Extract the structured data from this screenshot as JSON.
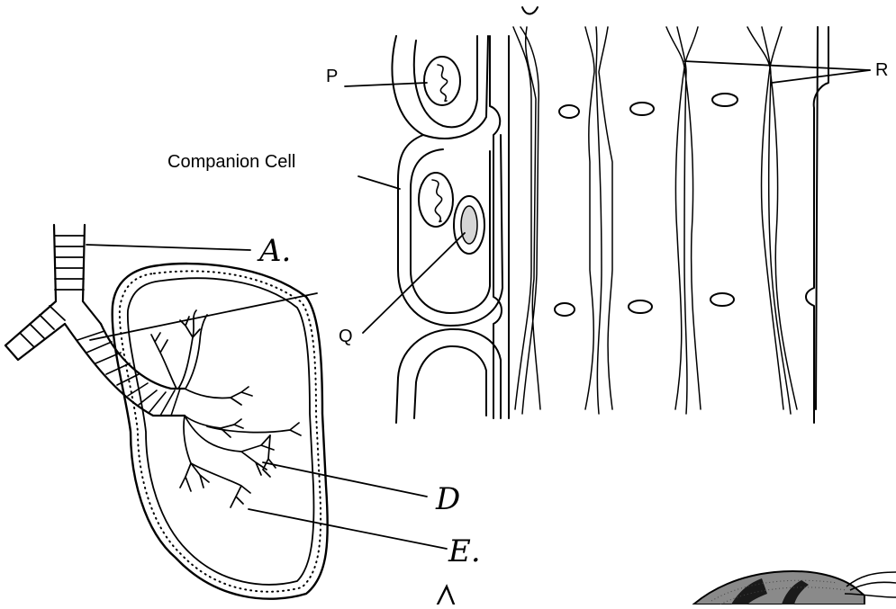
{
  "phloem_diagram": {
    "labels": {
      "p": "P",
      "companion_cell": "Companion Cell",
      "q": "Q",
      "r": "R"
    }
  },
  "lung_diagram": {
    "labels": {
      "a": "A.",
      "d": "D",
      "e": "E."
    }
  },
  "colors": {
    "ink": "#000000",
    "background": "#ffffff"
  }
}
